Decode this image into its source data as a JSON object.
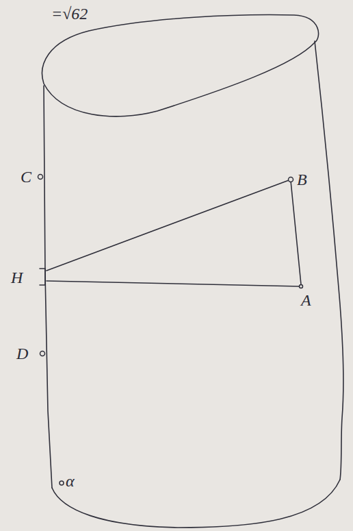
{
  "diagram": {
    "labels": [
      "=√62",
      "C",
      "B",
      "H",
      "A",
      "D",
      "α"
    ]
  }
}
